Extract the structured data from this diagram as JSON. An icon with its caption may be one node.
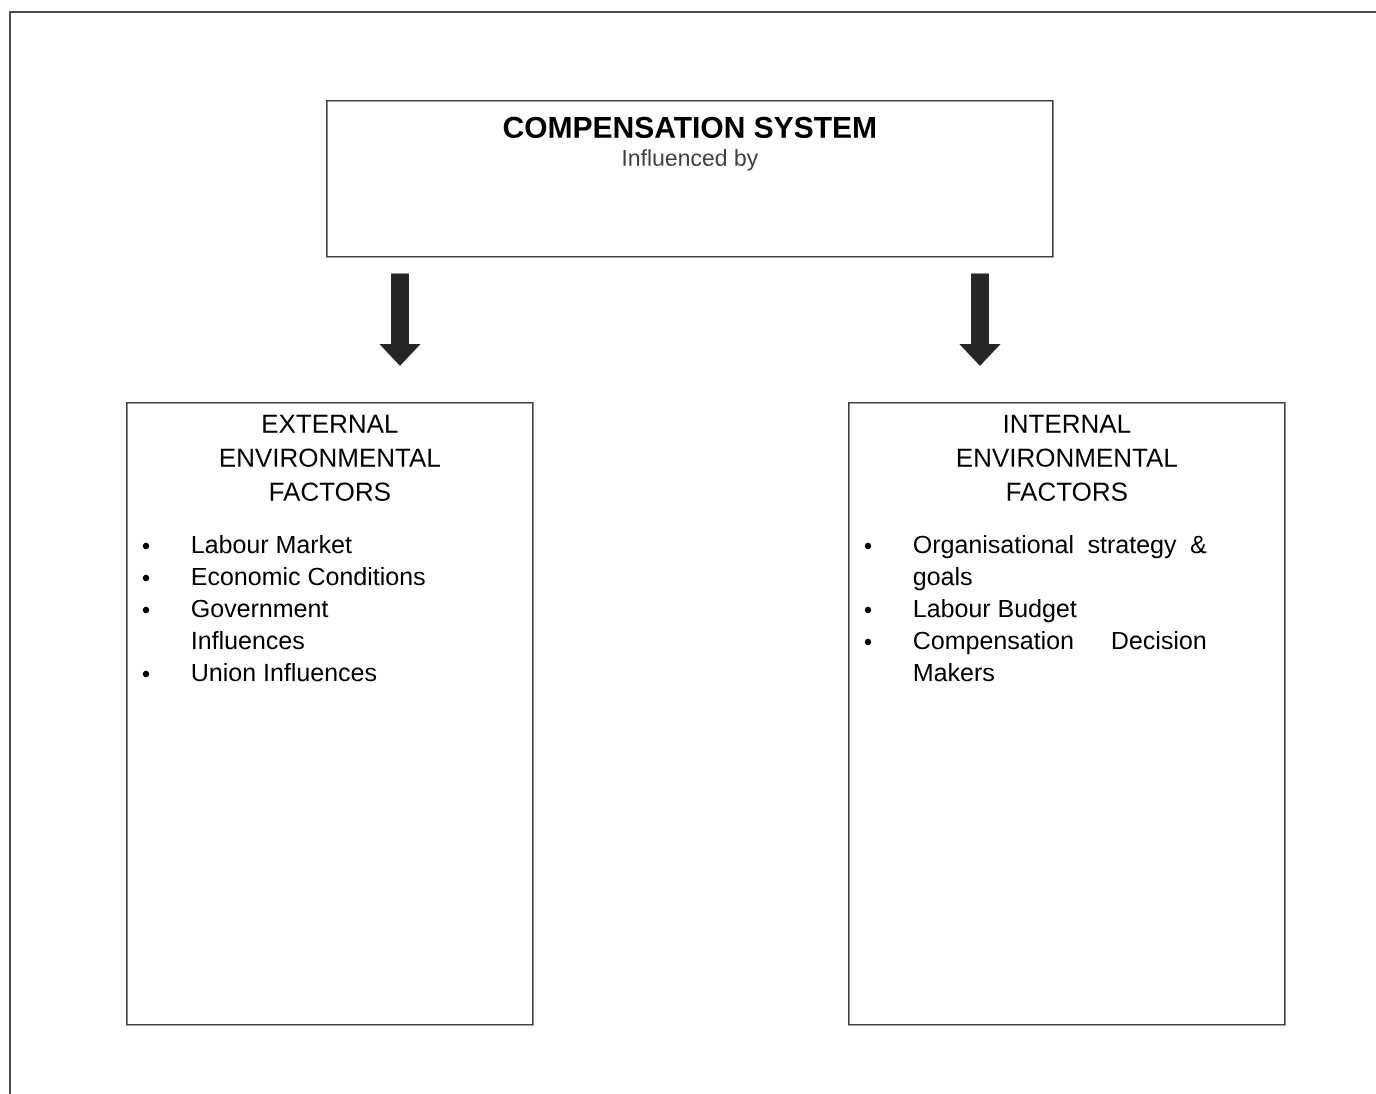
{
  "diagram": {
    "nodes": [
      {
        "text": [
          "COMPENSATION SYSTEM",
          "Influenced by"
        ]
      },
      {
        "text": [
          "EXTERNAL ENVIRONMENTAL FACTORS",
          "Labour Market",
          "Economic Conditions",
          "Government Influences",
          "Union Influences"
        ]
      },
      {
        "text": [
          "INTERNAL ENVIRONMENTAL FACTORS",
          "Organisational strategy & goals",
          "Labour Budget",
          "Compensation Decision Makers"
        ]
      }
    ],
    "edges": [
      {
        "from": 0,
        "to": 1,
        "arrow": "to"
      },
      {
        "from": 0,
        "to": 2,
        "arrow": "to"
      }
    ]
  }
}
